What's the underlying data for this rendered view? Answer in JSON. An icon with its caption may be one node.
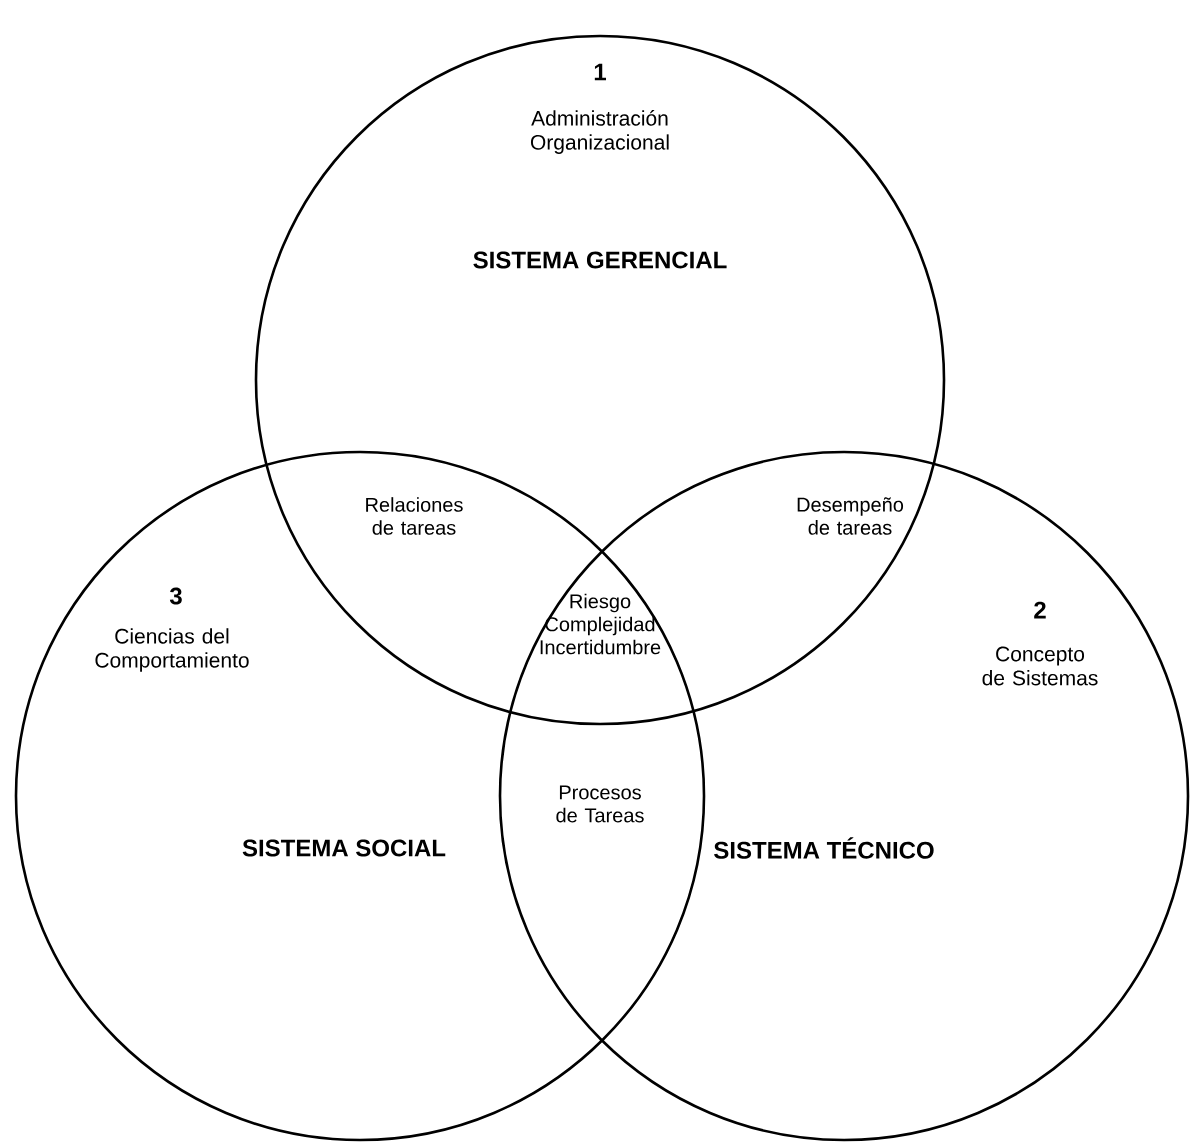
{
  "diagram": {
    "nodes": [
      {
        "text": [
          "1",
          "Administración Organizacional",
          "SISTEMA GERENCIAL"
        ]
      },
      {
        "text": [
          "3",
          "Ciencias del Comportamiento",
          "SISTEMA SOCIAL"
        ]
      },
      {
        "text": [
          "2",
          "Concepto de Sistemas",
          "SISTEMA TÉCNICO"
        ]
      }
    ],
    "labels": [
      "Relaciones de tareas",
      "Desempeño de tareas",
      "Riesgo Complejidad Incertidumbre",
      "Procesos de Tareas"
    ]
  }
}
